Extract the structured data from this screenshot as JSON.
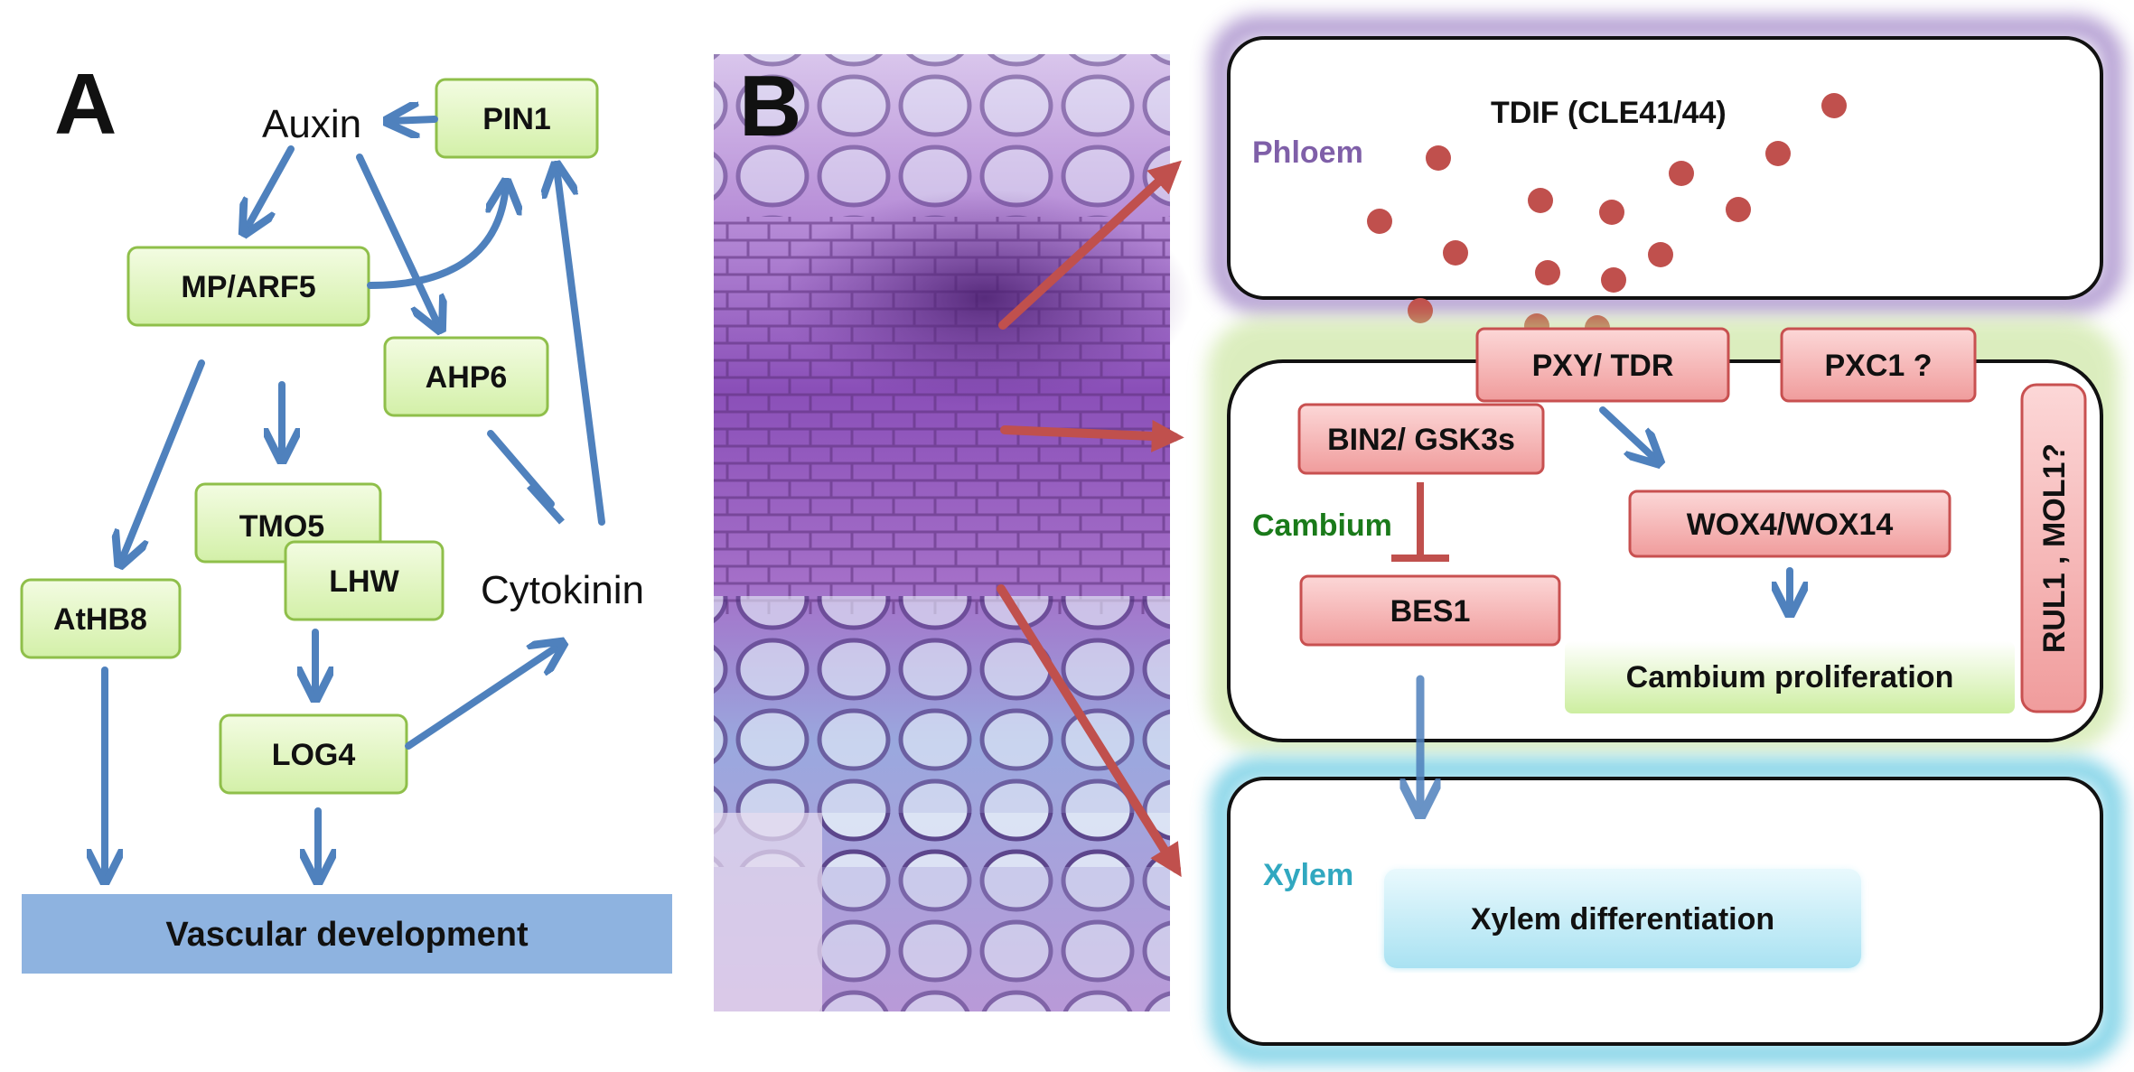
{
  "panel_a": {
    "letter": "A",
    "auxin": "Auxin",
    "cytokinin": "Cytokinin",
    "pin1": "PIN1",
    "mp_arf5": "MP/ARF5",
    "ahp6": "AHP6",
    "tmo5": "TMO5",
    "lhw": "LHW",
    "athb8": "AtHB8",
    "log4": "LOG4",
    "vascular_development": "Vascular development"
  },
  "panel_b": {
    "letter": "B",
    "phloem": "Phloem",
    "tdif": "TDIF (CLE41/44)",
    "pxy_tdr": "PXY/ TDR",
    "pxc1": "PXC1 ?",
    "bin2_gsk3s": "BIN2/ GSK3s",
    "cambium": "Cambium",
    "wox4_wox14": "WOX4/WOX14",
    "bes1": "BES1",
    "cambium_proliferation": "Cambium proliferation",
    "rul1_mol1": "RUL1 , MOL1?",
    "xylem": "Xylem",
    "xylem_differentiation": "Xylem differentiation"
  },
  "colors": {
    "green_box_fill": "#e8f8c8",
    "green_box_stroke": "#8fbf4a",
    "red_box_fill": "#f6b8b8",
    "red_box_stroke": "#c85050",
    "arrow_blue": "#4f81bd",
    "arrow_red": "#c0504d",
    "phloem_purple": "#7f5fa8",
    "cambium_green": "#1a7a1a",
    "xylem_cyan": "#31a8c0",
    "vascular_bar": "#8eb3e0",
    "xylem_diff_fill": "#c8eef8",
    "tdif_dot": "#c0504d"
  }
}
